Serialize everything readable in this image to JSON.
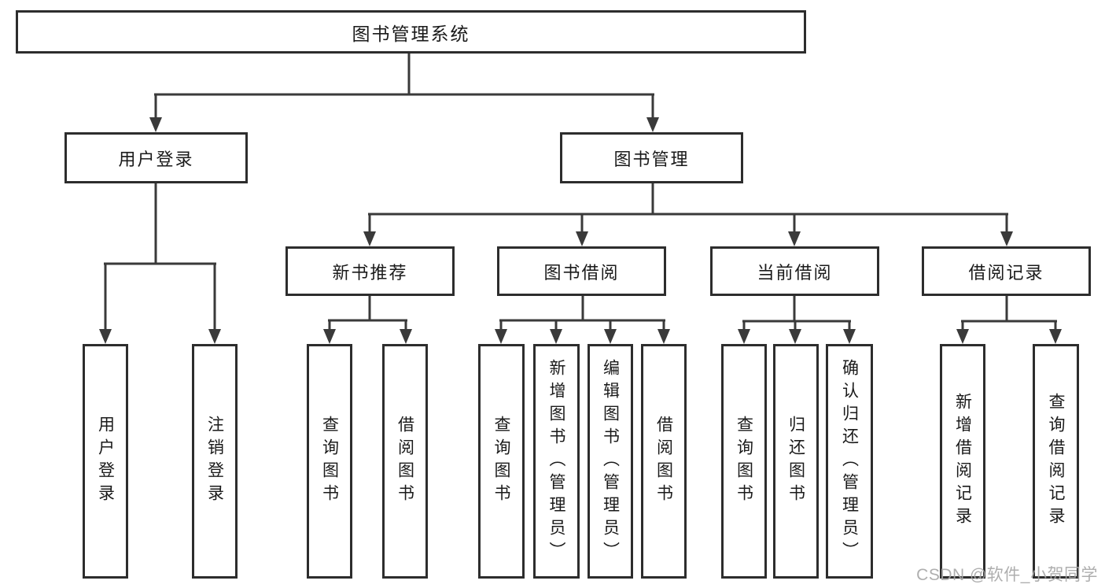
{
  "colors": {
    "box_border": "#2d2d2d",
    "connector_line": "#3a3a3a",
    "text": "#1a1a1a",
    "watermark": "#a6a6a6",
    "background": "#ffffff"
  },
  "watermark": {
    "text": "CSDN @软件_小贺同学"
  },
  "diagram": {
    "root": {
      "label": "图书管理系统"
    },
    "level2": [
      {
        "label": "用户登录",
        "children": [
          {
            "label": "用户登录"
          },
          {
            "label": "注销登录"
          }
        ]
      },
      {
        "label": "图书管理",
        "children": [
          {
            "label": "新书推荐",
            "children": [
              {
                "label": "查询图书"
              },
              {
                "label": "借阅图书"
              }
            ]
          },
          {
            "label": "图书借阅",
            "children": [
              {
                "label": "查询图书"
              },
              {
                "label": "新增图书（管理员）"
              },
              {
                "label": "编辑图书（管理员）"
              },
              {
                "label": "借阅图书"
              }
            ]
          },
          {
            "label": "当前借阅",
            "children": [
              {
                "label": "查询图书"
              },
              {
                "label": "归还图书"
              },
              {
                "label": "确认归还（管理员）"
              }
            ]
          },
          {
            "label": "借阅记录",
            "children": [
              {
                "label": "新增借阅记录"
              },
              {
                "label": "查询借阅记录"
              }
            ]
          }
        ]
      }
    ]
  }
}
